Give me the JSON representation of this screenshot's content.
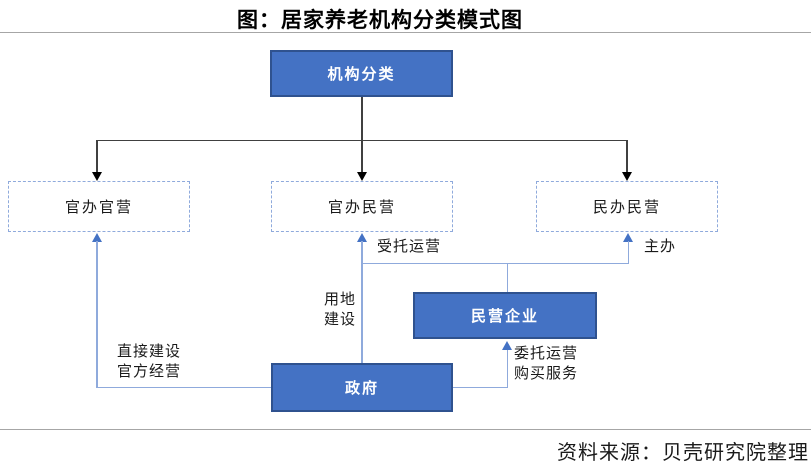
{
  "title": "图：居家养老机构分类模式图",
  "source": "资料来源：贝壳研究院整理",
  "nodes": {
    "classification": "机构分类",
    "gov_built_gov_run": "官办官营",
    "gov_built_private_run": "官办民营",
    "private_built_private_run": "民办民营",
    "private_enterprise": "民营企业",
    "government": "政府"
  },
  "edge_labels": {
    "entrusted_operation": "受托运营",
    "host": "主办",
    "land_construction": "用地\n建设",
    "direct_build_official_run": "直接建设\n官方经营",
    "commission_purchase": "委托运营\n购买服务"
  },
  "colors": {
    "node_fill": "#4472C4",
    "node_border": "#2F528F",
    "dashed_border": "#8FAADC",
    "connector_blue": "#8FAADC",
    "arrow_blue": "#4472C4",
    "connector_dark": "#404040",
    "rule_gray": "#A6A6A6"
  }
}
